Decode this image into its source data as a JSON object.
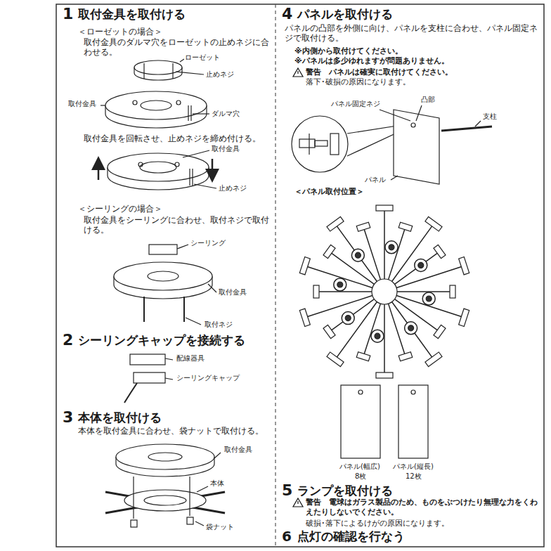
{
  "diagram": {
    "labels": [
      "1",
      "取付金具を取付ける",
      "＜ローゼットの場合＞",
      "取付金具のダルマ穴をローゼットの止めネジに合わせる。",
      "ローゼット",
      "止めネジ",
      "取付金具",
      "ダルマ穴",
      "取付金具を回転させ、止めネジを締め付ける。",
      "取付金具",
      "止めネジ",
      "＜シーリングの場合＞",
      "取付金具をシーリングに合わせ、取付ネジで取付ける。",
      "シーリング",
      "取付金具",
      "取付ネジ",
      "2",
      "シーリングキャップを接続する",
      "配線器具",
      "シーリングキャップ",
      "3",
      "本体を取付ける",
      "本体を取付金具に合わせ、袋ナットで取付ける。",
      "取付金具",
      "本体",
      "袋ナット",
      "4",
      "パネルを取付ける",
      "パネルの凸部を外側に向け、パネルを支柱に合わせ、パネル固定ネジで取付ける。",
      "※内側から取付けてください。",
      "※パネルは多少ゆれますが問題ありません。",
      "警告　パネルは確実に取付けてください。",
      "落下･破損の原因になります。",
      "パネル固定ネジ",
      "凸部",
      "支柱",
      "パネル",
      "＜パネル取付位置＞",
      "パネル(幅広)",
      "8枚",
      "パネル(縦長)",
      "12枚",
      "5",
      "ランプを取付ける",
      "警告　電球はガラス製品のため、ものをぶつけたり無理な力をくわえたりしないでください。",
      "破損･落下によるけがの原因になります。",
      "6",
      "点灯の確認を行なう"
    ]
  }
}
